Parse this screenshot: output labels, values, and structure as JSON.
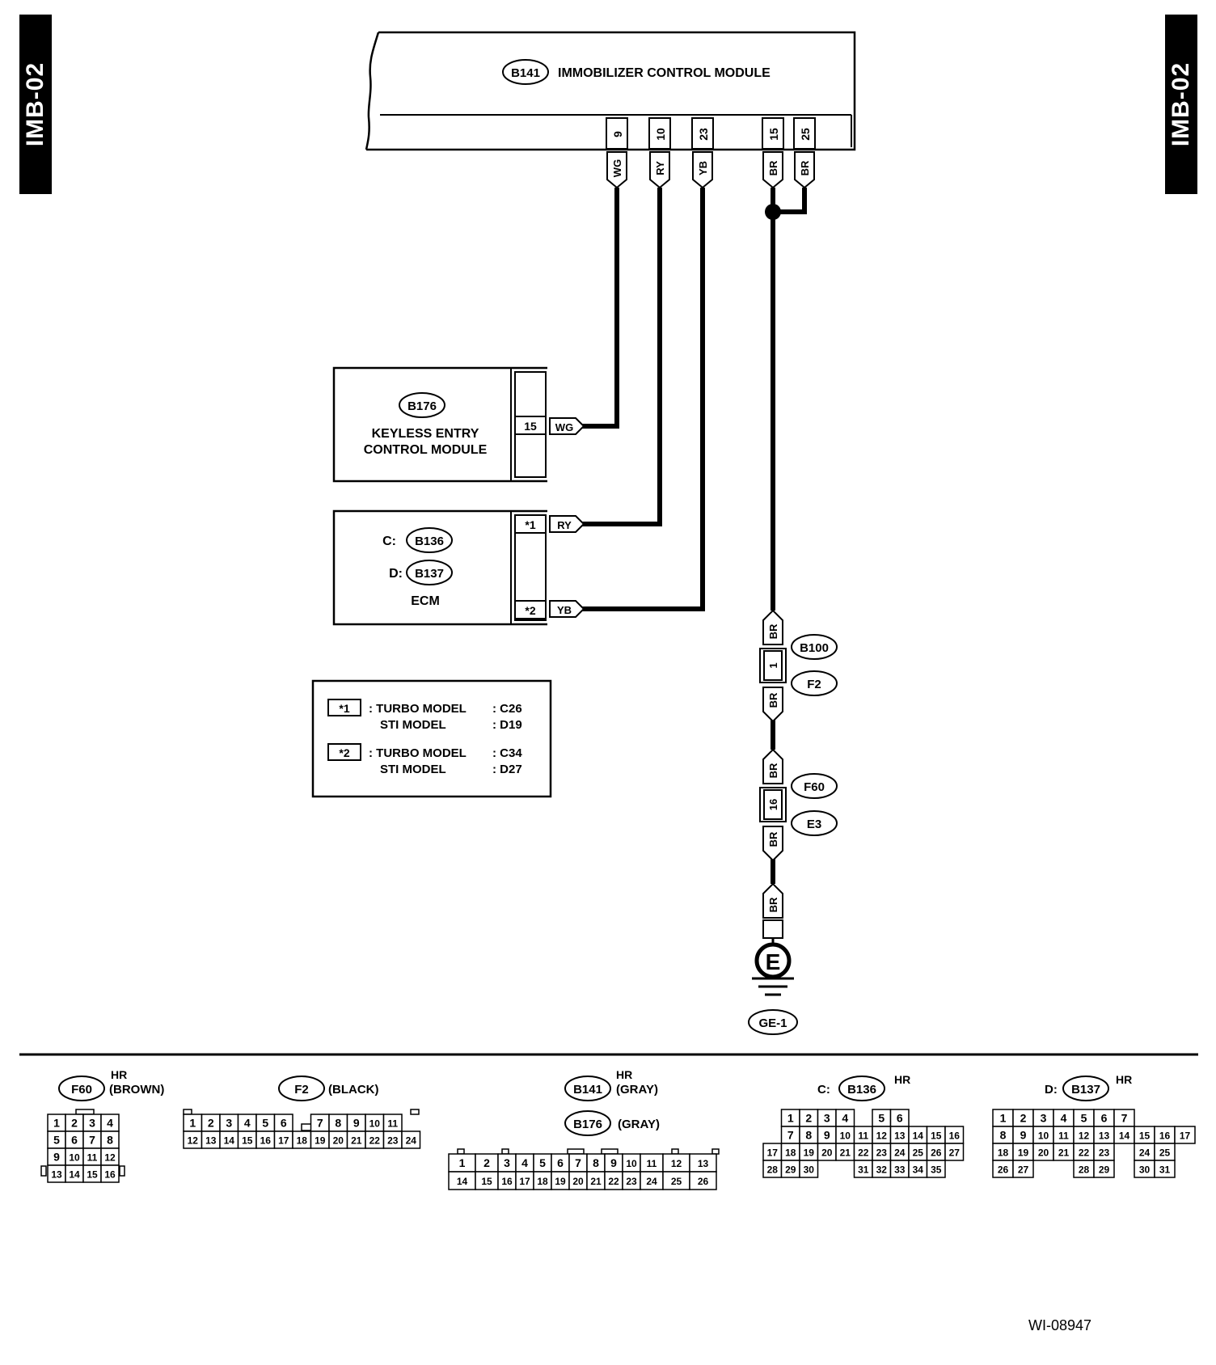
{
  "page_tab": "IMB-02",
  "figure_code": "WI-08947",
  "immobilizer": {
    "connector": "B141",
    "title": "IMMOBILIZER CONTROL MODULE",
    "terminals": [
      "9",
      "10",
      "23",
      "15",
      "25"
    ],
    "wires": [
      "WG",
      "RY",
      "YB",
      "BR",
      "BR"
    ]
  },
  "keyless": {
    "connector": "B176",
    "line1": "KEYLESS ENTRY",
    "line2": "CONTROL MODULE",
    "terminal": "15",
    "wire": "WG"
  },
  "ecm": {
    "c_prefix": "C:",
    "c_connector": "B136",
    "d_prefix": "D:",
    "d_connector": "B137",
    "label": "ECM",
    "pin1": "*1",
    "wire1": "RY",
    "pin2": "*2",
    "wire2": "YB"
  },
  "notes": {
    "n1": {
      "mark": "*1",
      "model1": ": TURBO MODEL",
      "val1": ": C26",
      "model2": "STI MODEL",
      "val2": ": D19"
    },
    "n2": {
      "mark": "*2",
      "model1": ": TURBO MODEL",
      "val1": ": C34",
      "model2": "STI MODEL",
      "val2": ": D27"
    }
  },
  "ground_path": {
    "junction1": {
      "pin": "1",
      "upper": "B100",
      "lower": "F2"
    },
    "junction2": {
      "pin": "16",
      "upper": "F60",
      "lower": "E3"
    },
    "wire": "BR",
    "ground_symbol": "E",
    "ground_point": "GE-1"
  },
  "connector_views": {
    "f60": {
      "id": "F60",
      "hr": "HR",
      "color": "(BROWN)",
      "rows": [
        [
          "1",
          "2",
          "3",
          "4"
        ],
        [
          "5",
          "6",
          "7",
          "8"
        ],
        [
          "9",
          "10",
          "11",
          "12"
        ],
        [
          "13",
          "14",
          "15",
          "16"
        ]
      ]
    },
    "f2": {
      "id": "F2",
      "color": "(BLACK)",
      "row1": [
        "1",
        "2",
        "3",
        "4",
        "5",
        "6",
        "",
        "7",
        "8",
        "9",
        "10",
        "11"
      ],
      "row2": [
        "12",
        "13",
        "14",
        "15",
        "16",
        "17",
        "18",
        "19",
        "20",
        "21",
        "22",
        "23",
        "24"
      ]
    },
    "b141": {
      "id": "B141",
      "hr": "HR",
      "color": "(GRAY)",
      "id2": "B176",
      "color2": "(GRAY)",
      "row1": [
        "1",
        "2",
        "3",
        "4",
        "5",
        "6",
        "7",
        "8",
        "9",
        "10",
        "11",
        "12",
        "13"
      ],
      "row2": [
        "14",
        "15",
        "16",
        "17",
        "18",
        "19",
        "20",
        "21",
        "22",
        "23",
        "24",
        "25",
        "26"
      ]
    },
    "b136": {
      "prefix": "C:",
      "id": "B136",
      "hr": "HR",
      "rows": [
        [
          "",
          "1",
          "2",
          "3",
          "4",
          "",
          "5",
          "6"
        ],
        [
          "",
          "7",
          "8",
          "9",
          "10",
          "11",
          "12",
          "13",
          "14",
          "15",
          "16"
        ],
        [
          "17",
          "18",
          "19",
          "20",
          "21",
          "22",
          "23",
          "24",
          "25",
          "26",
          "27"
        ],
        [
          "28",
          "29",
          "30",
          "",
          "",
          "31",
          "32",
          "33",
          "34",
          "35"
        ]
      ]
    },
    "b137": {
      "prefix": "D:",
      "id": "B137",
      "hr": "HR",
      "rows": [
        [
          "1",
          "2",
          "3",
          "4",
          "5",
          "6",
          "7"
        ],
        [
          "8",
          "9",
          "10",
          "11",
          "12",
          "13",
          "14",
          "15",
          "16",
          "17"
        ],
        [
          "18",
          "19",
          "20",
          "21",
          "22",
          "23",
          "",
          "24",
          "25"
        ],
        [
          "26",
          "27",
          "",
          "",
          "28",
          "29",
          "",
          "30",
          "31"
        ]
      ]
    }
  }
}
